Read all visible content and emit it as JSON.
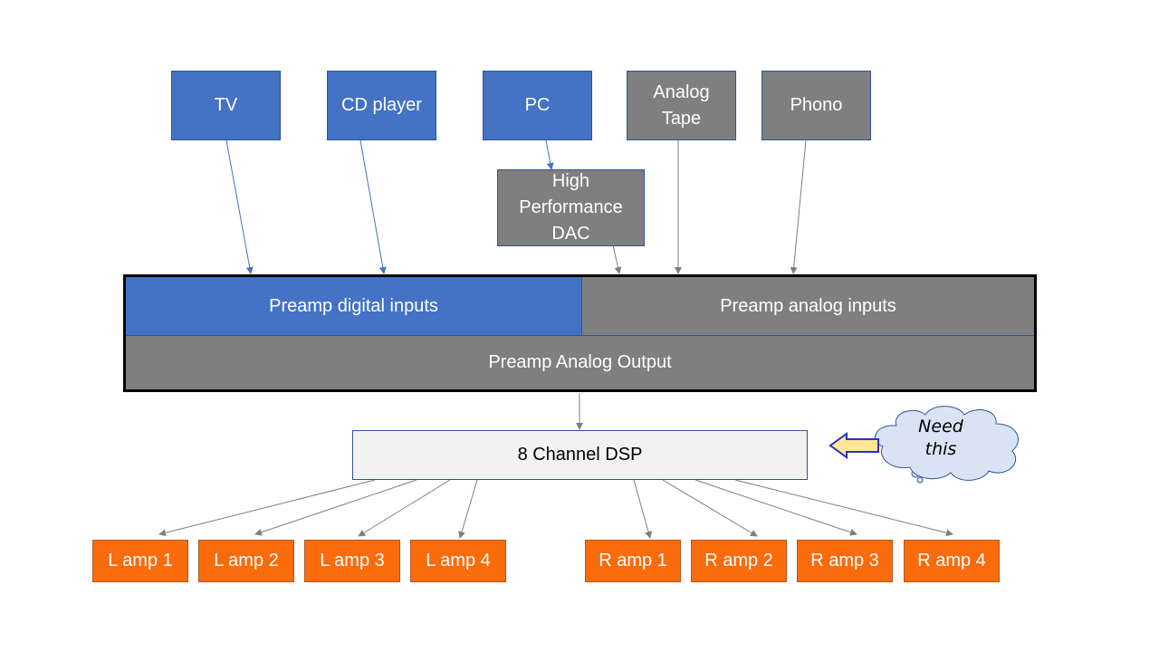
{
  "sources": {
    "tv": "TV",
    "cd": "CD player",
    "pc": "PC",
    "tape": "Analog\nTape",
    "phono": "Phono"
  },
  "dac": "High\nPerformance\nDAC",
  "preamp": {
    "digital_inputs": "Preamp digital inputs",
    "analog_inputs": "Preamp analog inputs",
    "analog_output": "Preamp Analog Output"
  },
  "dsp": "8 Channel DSP",
  "callout": "Need\nthis",
  "left_amps": [
    "L amp 1",
    "L amp 2",
    "L amp 3",
    "L amp 4"
  ],
  "right_amps": [
    "R amp 1",
    "R amp 2",
    "R amp 3",
    "R amp 4"
  ],
  "colors": {
    "digital": "#4472c4",
    "analog": "#7f7f7f",
    "amp": "#fa6b0c",
    "dsp": "#f2f2f2",
    "callout_cloud": "#dae3f3",
    "callout_arrow": "#ffe699"
  }
}
